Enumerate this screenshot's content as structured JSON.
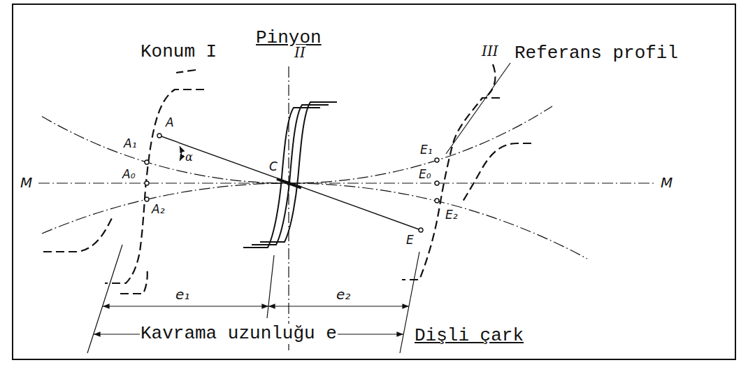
{
  "diagram": {
    "labels": [
      "Pinyon",
      "Konum I",
      "II",
      "III",
      "Referans profil",
      "M",
      "M",
      "A",
      "A₁",
      "α",
      "A₀",
      "A₂",
      "C",
      "E₁",
      "E₀",
      "E₂",
      "E",
      "e₁",
      "e₂",
      "Kavrama uzunluğu e",
      "Dişli çark"
    ]
  }
}
